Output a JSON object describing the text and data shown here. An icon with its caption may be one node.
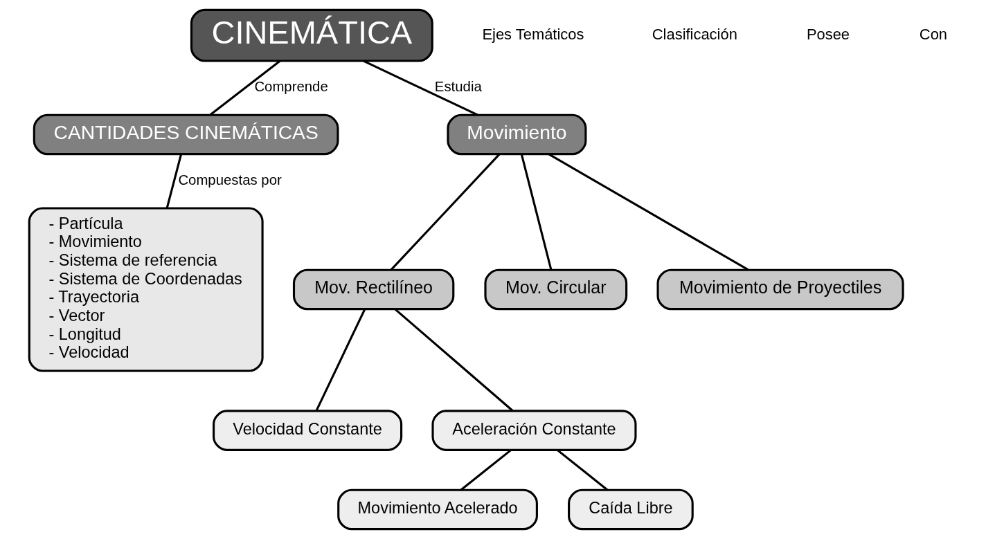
{
  "diagram": {
    "nodes": [
      {
        "text": [
          "CINEMÁTICA"
        ]
      },
      {
        "text": [
          "CANTIDADES CINEMÁTICAS"
        ]
      },
      {
        "text": [
          "- Partícula",
          "- Movimiento",
          "- Sistema de referencia",
          "- Sistema de Coordenadas",
          "- Trayectoria",
          "- Vector",
          "- Longitud",
          "- Velocidad"
        ]
      },
      {
        "text": [
          "Movimiento"
        ]
      },
      {
        "text": [
          "Mov. Rectilíneo"
        ]
      },
      {
        "text": [
          "Mov. Circular"
        ]
      },
      {
        "text": [
          "Movimiento de Proyectiles"
        ]
      },
      {
        "text": [
          "Velocidad Constante"
        ]
      },
      {
        "text": [
          "Aceleración Constante"
        ]
      },
      {
        "text": [
          "Movimiento Acelerado"
        ]
      },
      {
        "text": [
          "Caída Libre"
        ]
      }
    ],
    "edges": [
      {
        "from": 0,
        "to": 1,
        "arrow": "none",
        "label": "Comprende"
      },
      {
        "from": 0,
        "to": 3,
        "arrow": "none",
        "label": "Estudia"
      },
      {
        "from": 1,
        "to": 2,
        "arrow": "none",
        "label": "Compuestas por"
      },
      {
        "from": 3,
        "to": 4,
        "arrow": "none"
      },
      {
        "from": 3,
        "to": 5,
        "arrow": "none"
      },
      {
        "from": 3,
        "to": 6,
        "arrow": "none"
      },
      {
        "from": 4,
        "to": 7,
        "arrow": "none"
      },
      {
        "from": 4,
        "to": 8,
        "arrow": "none"
      },
      {
        "from": 8,
        "to": 9,
        "arrow": "none"
      },
      {
        "from": 8,
        "to": 10,
        "arrow": "none"
      }
    ],
    "labels": [
      "Ejes Temáticos",
      "Clasificación",
      "Posee",
      "Con"
    ]
  }
}
